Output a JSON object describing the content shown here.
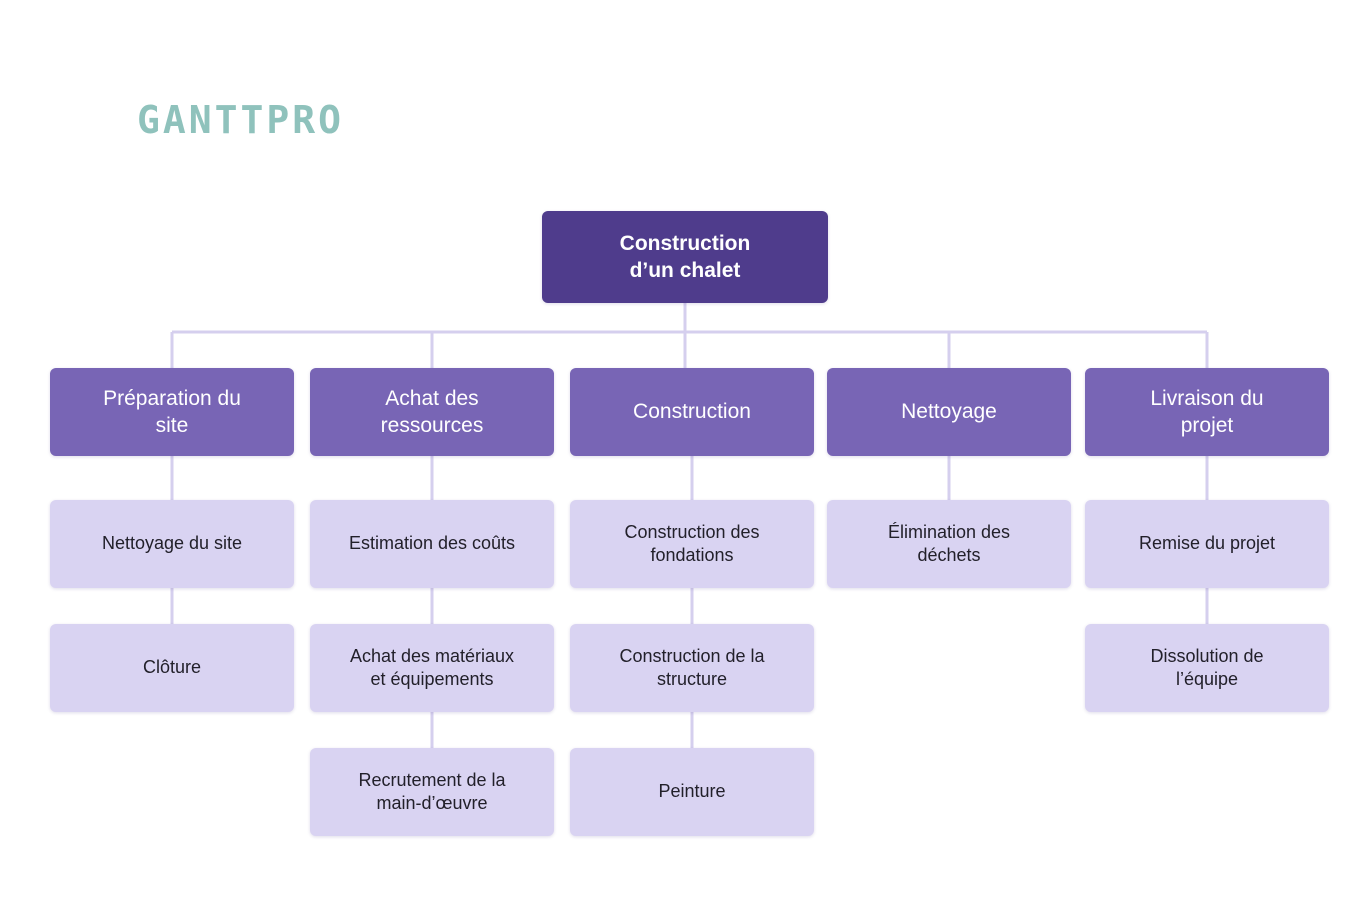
{
  "brand": {
    "logo_text": "GANTTPRO",
    "logo_color": "#8FC2BC"
  },
  "palette": {
    "background": "#FFFFFF",
    "root_node": "#4F3C8C",
    "branch_node": "#7865B5",
    "leaf_node": "#D9D3F2",
    "connector": "#D5CFEE",
    "root_text": "#FFFFFF",
    "branch_text": "#FFFFFF",
    "leaf_text": "#22202A"
  },
  "chart_data": {
    "type": "diagram",
    "diagram_kind": "work-breakdown-structure",
    "orientation": "top-down",
    "title": "Construction d’un chalet",
    "levels": 3,
    "root": {
      "id": "root",
      "label": "Construction\nd’un chalet"
    },
    "branches": [
      {
        "id": "b1",
        "label": "Préparation du\nsite",
        "children": [
          {
            "id": "b1c1",
            "label": "Nettoyage du site"
          },
          {
            "id": "b1c2",
            "label": "Clôture"
          }
        ]
      },
      {
        "id": "b2",
        "label": "Achat des\nressources",
        "children": [
          {
            "id": "b2c1",
            "label": "Estimation des coûts"
          },
          {
            "id": "b2c2",
            "label": "Achat des matériaux\net équipements"
          },
          {
            "id": "b2c3",
            "label": "Recrutement de la\nmain-d’œuvre"
          }
        ]
      },
      {
        "id": "b3",
        "label": "Construction",
        "children": [
          {
            "id": "b3c1",
            "label": "Construction des\nfondations"
          },
          {
            "id": "b3c2",
            "label": "Construction de la\nstructure"
          },
          {
            "id": "b3c3",
            "label": "Peinture"
          }
        ]
      },
      {
        "id": "b4",
        "label": "Nettoyage",
        "children": [
          {
            "id": "b4c1",
            "label": "Élimination des\ndéchets"
          }
        ]
      },
      {
        "id": "b5",
        "label": "Livraison du\nprojet",
        "children": [
          {
            "id": "b5c1",
            "label": "Remise du projet"
          },
          {
            "id": "b5c2",
            "label": "Dissolution de\nl’équipe"
          }
        ]
      }
    ]
  }
}
